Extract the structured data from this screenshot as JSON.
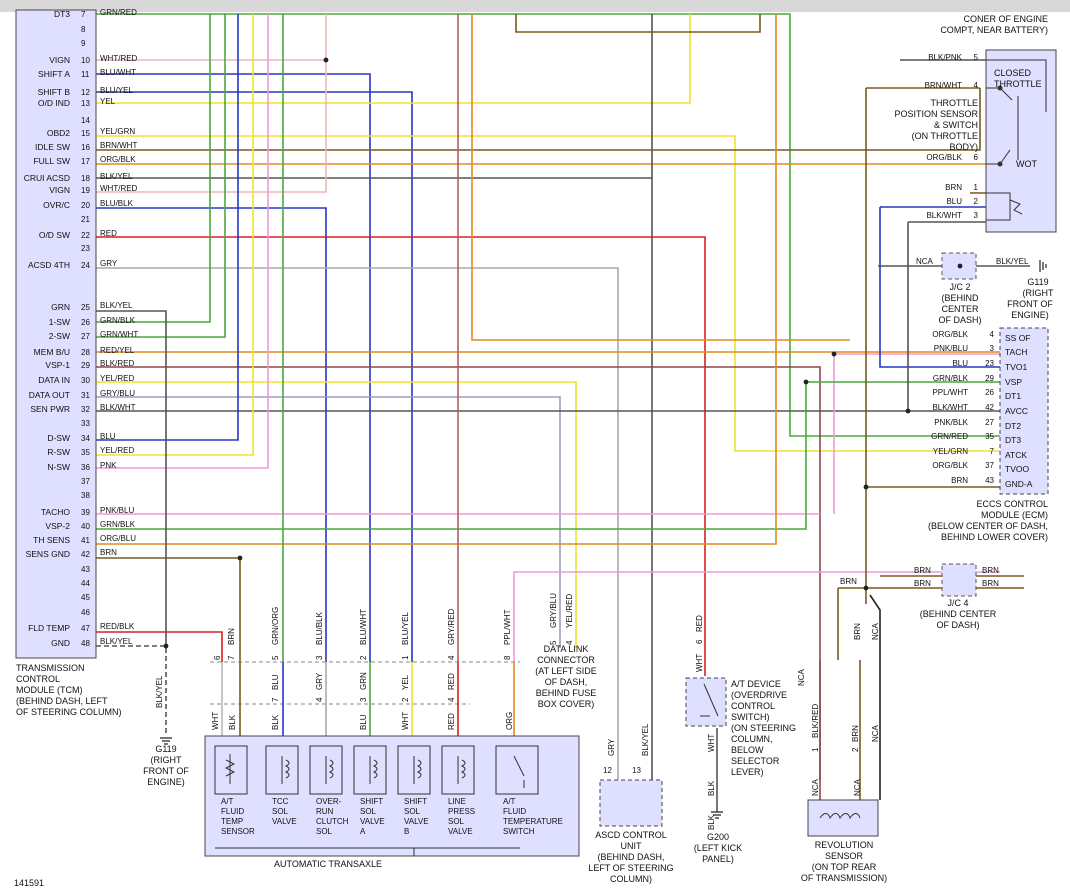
{
  "figure_id": "141591",
  "tcm": {
    "caption": [
      "TRANSMISSION",
      "CONTROL",
      "MODULE (TCM)",
      "(BEHIND DASH, LEFT",
      "OF STEERING COLUMN)"
    ],
    "pins": [
      {
        "n": "7",
        "name": "DT3",
        "color": "GRN/RED"
      },
      {
        "n": "8",
        "name": "",
        "color": ""
      },
      {
        "n": "9",
        "name": "",
        "color": ""
      },
      {
        "n": "10",
        "name": "VIGN",
        "color": "WHT/RED"
      },
      {
        "n": "11",
        "name": "SHIFT A",
        "color": "BLU/WHT"
      },
      {
        "n": "12",
        "name": "SHIFT B",
        "color": "BLU/YEL"
      },
      {
        "n": "13",
        "name": "O/D IND",
        "color": "YEL"
      },
      {
        "n": "14",
        "name": "",
        "color": ""
      },
      {
        "n": "15",
        "name": "OBD2",
        "color": "YEL/GRN"
      },
      {
        "n": "16",
        "name": "IDLE SW",
        "color": "BRN/WHT"
      },
      {
        "n": "17",
        "name": "FULL SW",
        "color": "ORG/BLK"
      },
      {
        "n": "18",
        "name": "CRUI ACSD",
        "color": "BLK/YEL"
      },
      {
        "n": "19",
        "name": "VIGN",
        "color": "WHT/RED"
      },
      {
        "n": "20",
        "name": "OVR/C",
        "color": "BLU/BLK"
      },
      {
        "n": "21",
        "name": "",
        "color": ""
      },
      {
        "n": "22",
        "name": "O/D SW",
        "color": "RED"
      },
      {
        "n": "23",
        "name": "",
        "color": ""
      },
      {
        "n": "24",
        "name": "ACSD 4TH",
        "color": "GRY"
      },
      {
        "n": "25",
        "name": "GRN",
        "color": "BLK/YEL"
      },
      {
        "n": "26",
        "name": "1-SW",
        "color": "GRN/BLK"
      },
      {
        "n": "27",
        "name": "2-SW",
        "color": "GRN/WHT"
      },
      {
        "n": "28",
        "name": "MEM B/U",
        "color": "RED/YEL"
      },
      {
        "n": "29",
        "name": "VSP-1",
        "color": "BLK/RED"
      },
      {
        "n": "30",
        "name": "DATA IN",
        "color": "YEL/RED"
      },
      {
        "n": "31",
        "name": "DATA OUT",
        "color": "GRY/BLU"
      },
      {
        "n": "32",
        "name": "SEN PWR",
        "color": "BLK/WHT"
      },
      {
        "n": "33",
        "name": "",
        "color": ""
      },
      {
        "n": "34",
        "name": "D-SW",
        "color": "BLU"
      },
      {
        "n": "35",
        "name": "R-SW",
        "color": "YEL/RED"
      },
      {
        "n": "36",
        "name": "N-SW",
        "color": "PNK"
      },
      {
        "n": "37",
        "name": "",
        "color": ""
      },
      {
        "n": "38",
        "name": "",
        "color": ""
      },
      {
        "n": "39",
        "name": "TACHO",
        "color": "PNK/BLU"
      },
      {
        "n": "40",
        "name": "VSP-2",
        "color": "GRN/BLK"
      },
      {
        "n": "41",
        "name": "TH SENS",
        "color": "ORG/BLU"
      },
      {
        "n": "42",
        "name": "SENS GND",
        "color": "BRN"
      },
      {
        "n": "43",
        "name": "",
        "color": ""
      },
      {
        "n": "44",
        "name": "",
        "color": ""
      },
      {
        "n": "45",
        "name": "",
        "color": ""
      },
      {
        "n": "46",
        "name": "",
        "color": ""
      },
      {
        "n": "47",
        "name": "FLD TEMP",
        "color": "RED/BLK"
      },
      {
        "n": "48",
        "name": "GND",
        "color": "BLK/YEL"
      }
    ]
  },
  "engine_corner": [
    "CONER OF ENGINE",
    "COMPT, NEAR BATTERY)"
  ],
  "tps": {
    "caption": [
      "THROTTLE",
      "POSITION SENSOR",
      "& SWITCH",
      "(ON THROTTLE",
      "BODY)"
    ],
    "closed": [
      "CLOSED",
      "THROTTLE"
    ],
    "wot": "WOT",
    "pins": [
      {
        "n": "5",
        "color": "BLK/PNK"
      },
      {
        "n": "4",
        "color": "BRN/WHT"
      },
      {
        "n": "6",
        "color": "ORG/BLK"
      },
      {
        "n": "1",
        "color": "BRN"
      },
      {
        "n": "2",
        "color": "BLU"
      },
      {
        "n": "3",
        "color": "BLK/WHT"
      }
    ]
  },
  "jc2": {
    "nca": "NCA",
    "wire": "BLK/YEL",
    "caption": [
      "J/C 2",
      "(BEHIND",
      "CENTER",
      "OF DASH)"
    ]
  },
  "g119_right": [
    "G119",
    "(RIGHT",
    "FRONT OF",
    "ENGINE)"
  ],
  "ecm": {
    "caption": [
      "ECCS CONTROL",
      "MODULE (ECM)",
      "(BELOW CENTER OF DASH,",
      "BEHIND LOWER COVER)"
    ],
    "pins": [
      {
        "n": "4",
        "name": "SS OF",
        "color": "ORG/BLK"
      },
      {
        "n": "3",
        "name": "TACH",
        "color": "PNK/BLU"
      },
      {
        "n": "23",
        "name": "TVO1",
        "color": "BLU"
      },
      {
        "n": "29",
        "name": "VSP",
        "color": "GRN/BLK"
      },
      {
        "n": "26",
        "name": "DT1",
        "color": "PPL/WHT"
      },
      {
        "n": "42",
        "name": "AVCC",
        "color": "BLK/WHT"
      },
      {
        "n": "27",
        "name": "DT2",
        "color": "PNK/BLK"
      },
      {
        "n": "35",
        "name": "DT3",
        "color": "GRN/RED"
      },
      {
        "n": "7",
        "name": "ATCK",
        "color": "YEL/GRN"
      },
      {
        "n": "37",
        "name": "TVOO",
        "color": "ORG/BLK"
      },
      {
        "n": "43",
        "name": "GND-A",
        "color": "BRN"
      }
    ]
  },
  "jc4": {
    "caption": [
      "J/C 4",
      "(BEHIND CENTER",
      "OF DASH)"
    ],
    "wire": "BRN"
  },
  "dlc": {
    "caption": [
      "DATA LINK",
      "CONNECTOR",
      "(AT LEFT SIDE",
      "OF DASH,",
      "BEHIND FUSE",
      "BOX COVER)"
    ],
    "pins": [
      {
        "n": "5",
        "color": "GRY/BLU"
      },
      {
        "n": "4",
        "color": "YEL/RED"
      }
    ]
  },
  "ascd": {
    "caption": [
      "ASCD CONTROL",
      "UNIT",
      "(BEHIND DASH,",
      "LEFT OF STEERING",
      "COLUMN)"
    ],
    "pins": [
      {
        "n": "12",
        "color": "GRY"
      },
      {
        "n": "13",
        "color": "BLK/YEL"
      }
    ]
  },
  "atdevice": {
    "caption": [
      "A/T DEVICE",
      "(OVERDRIVE",
      "CONTROL",
      "SWITCH)",
      "(ON STEERING",
      "COLUMN,",
      "BELOW",
      "SELECTOR",
      "LEVER)"
    ],
    "top_pin": {
      "n": "6",
      "color": "RED"
    },
    "top_stub": "WHT",
    "bottom_stub": "WHT",
    "bottom_wire": "BLK"
  },
  "g200": {
    "wire": "BLK",
    "caption": [
      "G200",
      "(LEFT KICK",
      "PANEL)"
    ]
  },
  "rev_sensor": {
    "caption": [
      "REVOLUTION",
      "SENSOR",
      "(ON TOP REAR",
      "OF TRANSMISSION)"
    ],
    "pins": [
      {
        "n": "1",
        "color": "BLK/RED"
      },
      {
        "n": "2",
        "color": "BRN"
      }
    ],
    "nca": "NCA"
  },
  "g119_left": [
    "G119",
    "(RIGHT",
    "FRONT OF",
    "ENGINE)"
  ],
  "g119_wire": "BLK/YEL",
  "transaxle": {
    "caption": "AUTOMATIC TRANSAXLE",
    "top_pins": [
      {
        "n": "6",
        "color": ""
      },
      {
        "n": "7",
        "color": "BRN"
      },
      {
        "n": "5",
        "color": "GRN/ORG"
      },
      {
        "n": "3",
        "color": "BLU/BLK"
      },
      {
        "n": "2",
        "color": "BLU/WHT"
      },
      {
        "n": "1",
        "color": "BLU/YEL"
      },
      {
        "n": "4",
        "color": "GRY/RED"
      },
      {
        "n": "8",
        "color": "PPL/WHT"
      }
    ],
    "low_pins": [
      {
        "n": "7",
        "color": "BLU"
      },
      {
        "n": "4",
        "color": "GRY"
      },
      {
        "n": "3",
        "color": "GRN"
      },
      {
        "n": "2",
        "color": "YEL"
      },
      {
        "n": "4",
        "color": "RED"
      }
    ],
    "stubs": [
      {
        "a": "WHT",
        "b": "BLK"
      },
      {
        "a": "BLK",
        "b": "BLU"
      },
      {
        "a": "WHT",
        "b": "RED"
      },
      {
        "a": "ORG",
        "b": ""
      }
    ],
    "components": [
      [
        "A/T",
        "FLUID",
        "TEMP",
        "SENSOR"
      ],
      [
        "TCC",
        "SOL",
        "VALVE"
      ],
      [
        "OVER-",
        "RUN",
        "CLUTCH",
        "SOL"
      ],
      [
        "SHIFT",
        "SOL",
        "VALVE",
        "A"
      ],
      [
        "SHIFT",
        "SOL",
        "VALVE",
        "B"
      ],
      [
        "LINE",
        "PRESS",
        "SOL",
        "VALVE"
      ],
      [
        "A/T",
        "FLUID",
        "TEMPERATURE",
        "SWITCH"
      ]
    ]
  },
  "colors": {
    "GRN": "#4aa83c",
    "YEL": "#f2e12e",
    "BRN": "#7a5a1e",
    "ORG": "#e08c1e",
    "RED": "#d62020",
    "BLU": "#2a35c4",
    "PNK": "#ef9ad6",
    "GRY": "#aaaaaa",
    "BLK": "#222222",
    "PPL": "#b44fc4",
    "box": "#dfe0ff"
  }
}
